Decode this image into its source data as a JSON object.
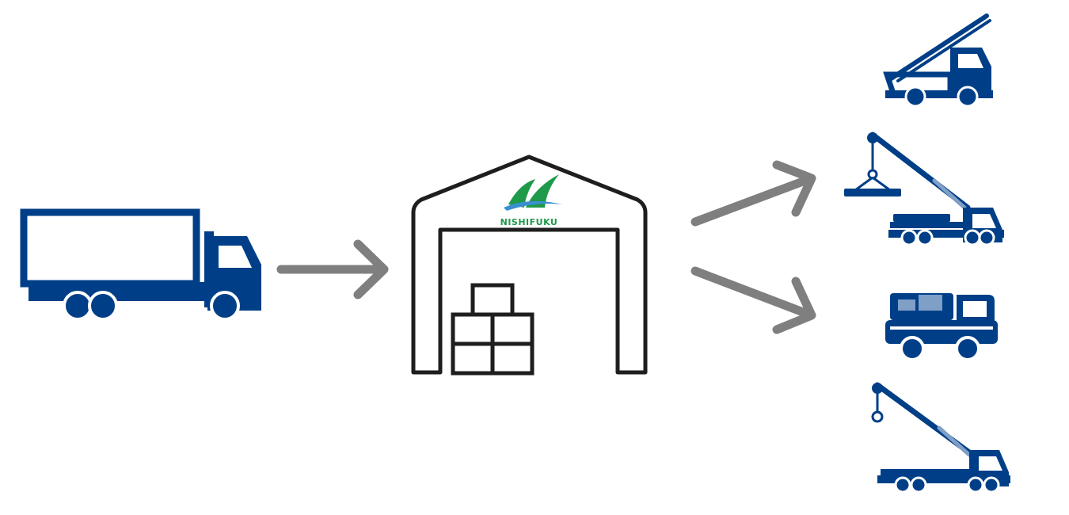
{
  "diagram": {
    "logo": {
      "text": "NISHIFUKU"
    },
    "colors": {
      "truck_blue": "#003f87",
      "window_light": "#7f9fc7",
      "arrow_gray": "#7f7f7f",
      "outline_dark": "#1e1e1e",
      "logo_green": "#1e9a4a",
      "logo_blue": "#3a8fd0"
    },
    "nodes": [
      {
        "id": "source",
        "icon": "box-truck-icon"
      },
      {
        "id": "hub",
        "icon": "warehouse-icon"
      },
      {
        "id": "dest-1",
        "icon": "ladder-truck-icon"
      },
      {
        "id": "dest-2",
        "icon": "crane-truck-loaded-icon"
      },
      {
        "id": "dest-3",
        "icon": "cargo-truck-icon"
      },
      {
        "id": "dest-4",
        "icon": "crane-truck-icon"
      }
    ],
    "edges": [
      {
        "from": "source",
        "to": "hub"
      },
      {
        "from": "hub",
        "to": "dest-2"
      },
      {
        "from": "hub",
        "to": "dest-3"
      }
    ]
  }
}
